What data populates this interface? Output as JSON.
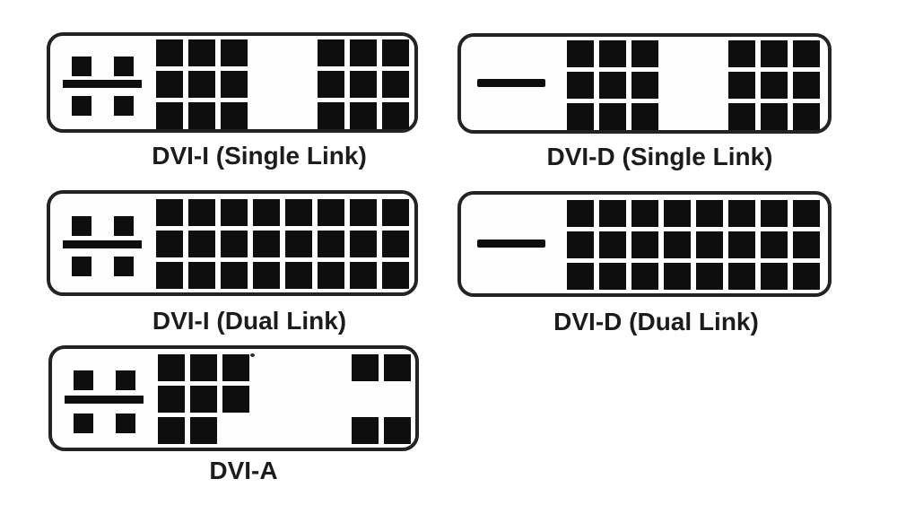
{
  "colors": {
    "background": "#ffffff",
    "pin": "#0e0e0e",
    "outline": "#232323",
    "label_text": "#1c1c1c"
  },
  "connectors": [
    {
      "id": "dvi-i-single-link",
      "label": "DVI-I (Single Link)",
      "key": "analog-cross",
      "pin_rows": [
        "11100111",
        "11100111",
        "11100111"
      ],
      "pin_count": 18
    },
    {
      "id": "dvi-d-single-link",
      "label": "DVI-D (Single Link)",
      "key": "flat-blade",
      "pin_rows": [
        "11100111",
        "11100111",
        "11100111"
      ],
      "pin_count": 18
    },
    {
      "id": "dvi-i-dual-link",
      "label": "DVI-I (Dual Link)",
      "key": "analog-cross",
      "pin_rows": [
        "11111111",
        "11111111",
        "11111111"
      ],
      "pin_count": 24
    },
    {
      "id": "dvi-d-dual-link",
      "label": "DVI-D (Dual Link)",
      "key": "flat-blade",
      "pin_rows": [
        "11111111",
        "11111111",
        "11111111"
      ],
      "pin_count": 24
    },
    {
      "id": "dvi-a",
      "label": "DVI-A",
      "key": "analog-cross",
      "pin_rows": [
        "11100011",
        "11100000",
        "11000011"
      ],
      "pin_count": 12
    }
  ]
}
